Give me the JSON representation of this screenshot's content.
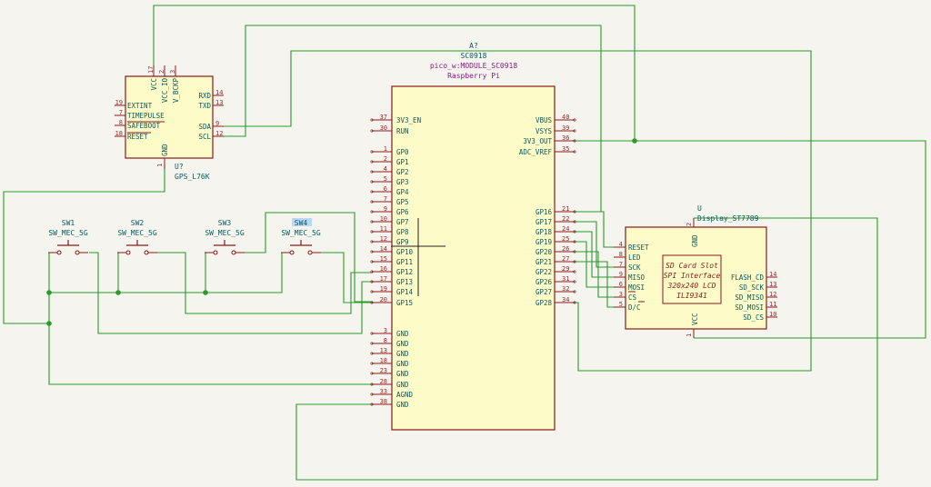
{
  "gps": {
    "ref": "U?",
    "value": "GPS_L76K",
    "top_pins": [
      {
        "name": "VCC",
        "num": "17"
      },
      {
        "name": "VCC_IO",
        "num": "2"
      },
      {
        "name": "V_BCKP",
        "num": "3"
      }
    ],
    "left_pins": [
      {
        "name": "EXTINT",
        "num": "19"
      },
      {
        "name": "TIMEPULSE",
        "num": "7"
      },
      {
        "name": "SAFEBOOT",
        "num": "8"
      },
      {
        "name": "RESET",
        "num": "18"
      }
    ],
    "right_pins": [
      {
        "name": "RXD",
        "num": "14"
      },
      {
        "name": "TXD",
        "num": "13"
      },
      {
        "name": "SDA",
        "num": "9"
      },
      {
        "name": "SCL",
        "num": "12"
      }
    ],
    "bottom_pin": {
      "name": "GND",
      "num": "1"
    }
  },
  "mcu": {
    "ref": "A?",
    "value": "SC0918",
    "footprint": "pico_w:MODULE_SC0918",
    "manufacturer": "Raspberry Pi",
    "left_pins": [
      {
        "name": "3V3_EN",
        "num": "37"
      },
      {
        "name": "RUN",
        "num": "30"
      },
      {
        "name": "GP0",
        "num": "1"
      },
      {
        "name": "GP1",
        "num": "2"
      },
      {
        "name": "GP2",
        "num": "4"
      },
      {
        "name": "GP3",
        "num": "5"
      },
      {
        "name": "GP4",
        "num": "6"
      },
      {
        "name": "GP5",
        "num": "7"
      },
      {
        "name": "GP6",
        "num": "9"
      },
      {
        "name": "GP7",
        "num": "10"
      },
      {
        "name": "GP8",
        "num": "11"
      },
      {
        "name": "GP9",
        "num": "12"
      },
      {
        "name": "GP10",
        "num": "14"
      },
      {
        "name": "GP11",
        "num": "15"
      },
      {
        "name": "GP12",
        "num": "16"
      },
      {
        "name": "GP13",
        "num": "17"
      },
      {
        "name": "GP14",
        "num": "19"
      },
      {
        "name": "GP15",
        "num": "20"
      },
      {
        "name": "GND",
        "num": "3"
      },
      {
        "name": "GND",
        "num": "8"
      },
      {
        "name": "GND",
        "num": "13"
      },
      {
        "name": "GND",
        "num": "18"
      },
      {
        "name": "GND",
        "num": "23"
      },
      {
        "name": "GND",
        "num": "28"
      },
      {
        "name": "AGND",
        "num": "33"
      },
      {
        "name": "GND",
        "num": "38"
      }
    ],
    "right_pins": [
      {
        "name": "VBUS",
        "num": "40"
      },
      {
        "name": "VSYS",
        "num": "39"
      },
      {
        "name": "3V3_OUT",
        "num": "36"
      },
      {
        "name": "ADC_VREF",
        "num": "35"
      },
      {
        "name": "GP16",
        "num": "21"
      },
      {
        "name": "GP17",
        "num": "22"
      },
      {
        "name": "GP18",
        "num": "24"
      },
      {
        "name": "GP19",
        "num": "25"
      },
      {
        "name": "GP20",
        "num": "26"
      },
      {
        "name": "GP21",
        "num": "27"
      },
      {
        "name": "GP22",
        "num": "29"
      },
      {
        "name": "GP26",
        "num": "31"
      },
      {
        "name": "GP27",
        "num": "32"
      },
      {
        "name": "GP28",
        "num": "34"
      }
    ]
  },
  "display": {
    "ref": "U",
    "value": "Display_ST7789",
    "top_pin": {
      "name": "GND",
      "num": "2"
    },
    "bottom_pin": {
      "name": "VCC",
      "num": "1"
    },
    "left_pins": [
      {
        "name": "RESET",
        "num": "4"
      },
      {
        "name": "LED",
        "num": "8"
      },
      {
        "name": "SCK",
        "num": "7"
      },
      {
        "name": "MISO",
        "num": "9"
      },
      {
        "name": "MOSI",
        "num": "6"
      },
      {
        "name": "CS",
        "num": "3"
      },
      {
        "name": "D/C",
        "num": "5"
      }
    ],
    "right_pins": [
      {
        "name": "FLASH_CD",
        "num": "14"
      },
      {
        "name": "SD_SCK",
        "num": "13"
      },
      {
        "name": "SD_MISO",
        "num": "12"
      },
      {
        "name": "SD_MOSI",
        "num": "11"
      },
      {
        "name": "SD_CS",
        "num": "10"
      }
    ],
    "inner_lines": [
      "SD Card Slot",
      "SPI Interface",
      "320x240 LCD",
      "ILI9341"
    ]
  },
  "switches": [
    {
      "ref": "SW1",
      "value": "SW_MEC_5G",
      "selected": false
    },
    {
      "ref": "SW2",
      "value": "SW_MEC_5G",
      "selected": false
    },
    {
      "ref": "SW3",
      "value": "SW_MEC_5G",
      "selected": false
    },
    {
      "ref": "SW4",
      "value": "SW_MEC_5G",
      "selected": true
    }
  ],
  "colors": {
    "wire": "#2a9a2a",
    "symbol_outline": "#8a1a1a",
    "symbol_fill": "#fdfbc8",
    "text_teal": "#0d5a5a",
    "text_purple": "#8a1a8a",
    "pin_number": "#a52a2a",
    "selection": "#6fb6ff"
  }
}
